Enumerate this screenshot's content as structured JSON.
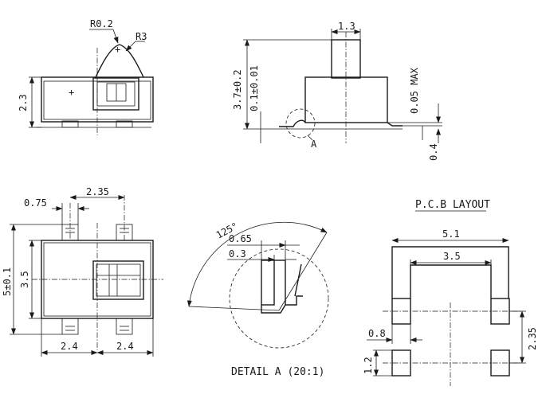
{
  "top_left_view": {
    "dim_radius_small": "R0.2",
    "dim_radius_large": "R3",
    "dim_height": "2.3"
  },
  "side_view": {
    "dim_top_width": "1.3",
    "dim_total_height": "3.7±0.2",
    "dim_standoff": "0.1±0.01",
    "dim_max": "0.05 MAX",
    "dim_lead": "0.4",
    "detail_callout": "A"
  },
  "bottom_left_view": {
    "dim_lead_width": "0.75",
    "dim_lead_pitch": "2.35",
    "dim_outer_height": "5±0.1",
    "dim_inner_height": "3.5",
    "dim_half_left": "2.4",
    "dim_half_right": "2.4"
  },
  "detail_view": {
    "dim_angle": "125°",
    "dim_width_a": "0.65",
    "dim_width_b": "0.3",
    "caption": "DETAIL A (20:1)"
  },
  "pcb_layout": {
    "title": "P.C.B LAYOUT",
    "dim_outer_width": "5.1",
    "dim_inner_width": "3.5",
    "dim_pad_width": "0.8",
    "dim_pitch": "2.35",
    "dim_pad_height": "1.2"
  }
}
